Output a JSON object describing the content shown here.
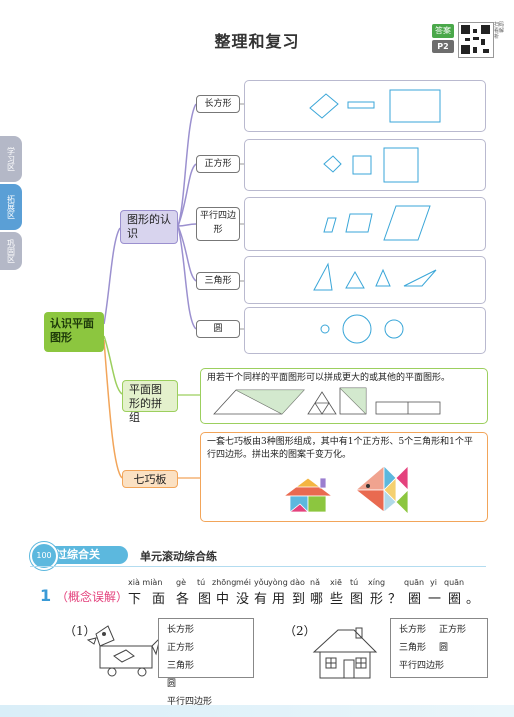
{
  "header": {
    "title": "整理和复习",
    "answer_badge": "答案",
    "page_badge": "P2",
    "side_note": "扫码看解析"
  },
  "tabs": [
    {
      "label": "学习区",
      "color": "#b4b8c7"
    },
    {
      "label": "拓展区",
      "color": "#5a9fd6"
    },
    {
      "label": "巩固区",
      "color": "#b4b8c7"
    }
  ],
  "mindmap": {
    "root": "认识平面图形",
    "branches": [
      {
        "label": "图形的认识",
        "leaves": [
          "长方形",
          "正方形",
          "平行四边形",
          "三角形",
          "圆"
        ]
      },
      {
        "label": "平面图形的拼组",
        "description": "用若干个同样的平面图形可以拼成更大的或其他的平面图形。"
      },
      {
        "label": "七巧板",
        "description": "一套七巧板由3种图形组成，其中有1个正方形、5个三角形和1个平行四边形。拼出来的图案千变万化。"
      }
    ]
  },
  "section": {
    "badge": "100",
    "title": "过综合关",
    "subtitle": "单元滚动综合练"
  },
  "question": {
    "number": "1",
    "tag": "（概念误解）",
    "text_chars": [
      "下",
      "面",
      "各",
      "图",
      "中",
      "没",
      "有",
      "用",
      "到",
      "哪",
      "些",
      "图",
      "形",
      "？",
      "圈",
      "一",
      "圈",
      "。"
    ],
    "pinyin": [
      "xià miàn",
      "gè",
      "tú",
      "zhōng",
      "méi",
      "yǒu",
      "yòng",
      "dào",
      "nǎ",
      "xiē",
      "tú",
      "xíng",
      "quān",
      "yi",
      "quān"
    ],
    "parts": [
      {
        "label": "（1）",
        "options": [
          "长方形",
          "正方形",
          "三角形",
          "圆",
          "平行四边形"
        ]
      },
      {
        "label": "（2）",
        "options": [
          "长方形",
          "正方形",
          "三角形",
          "圆",
          "平行四边形"
        ]
      }
    ]
  },
  "colors": {
    "shape_stroke": "#3aa6d8",
    "root_fill": "#8cc63f",
    "branch1_fill": "#d8d4ee",
    "branch2_fill": "#e4f1cc",
    "branch3_fill": "#fbe1c3",
    "section_accent": "#5cb8de",
    "tag_pink": "#e4427d"
  }
}
